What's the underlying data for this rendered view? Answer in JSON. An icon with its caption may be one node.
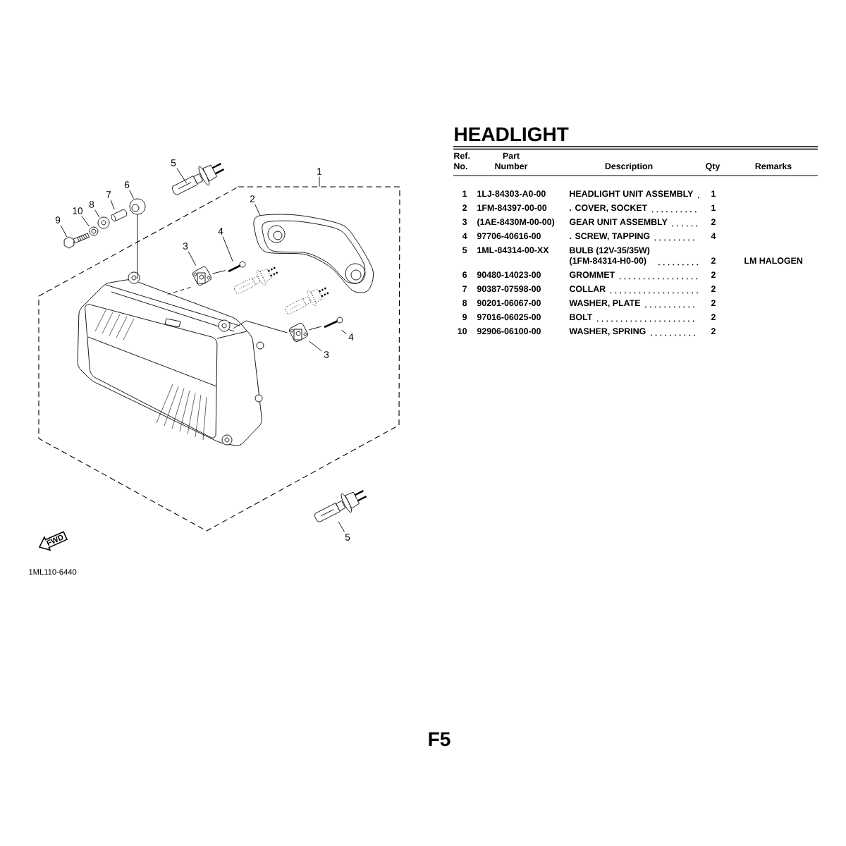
{
  "diagram": {
    "title": "HEADLIGHT",
    "nodes": [
      {
        "text": [],
        "shape": "box"
      },
      {
        "text": [
          "5"
        ]
      },
      {
        "text": [],
        "shape": "picture"
      },
      {
        "text": [
          "1"
        ]
      },
      {
        "text": [
          "2"
        ],
        "in": 0
      },
      {
        "text": [],
        "shape": "picture",
        "in": 0
      },
      {
        "text": [
          "6"
        ]
      },
      {
        "text": [],
        "shape": "picture"
      },
      {
        "text": [
          "7"
        ]
      },
      {
        "text": [],
        "shape": "picture"
      },
      {
        "text": [
          "8"
        ]
      },
      {
        "text": [],
        "shape": "picture"
      },
      {
        "text": [
          "10"
        ]
      },
      {
        "text": [],
        "shape": "picture"
      },
      {
        "text": [
          "9"
        ]
      },
      {
        "text": [],
        "shape": "picture"
      },
      {
        "text": [
          "3"
        ],
        "in": 0
      },
      {
        "text": [],
        "shape": "picture",
        "in": 0
      },
      {
        "text": [
          "4"
        ],
        "in": 0
      },
      {
        "text": [],
        "shape": "picture",
        "in": 0
      },
      {
        "text": [
          "3"
        ],
        "in": 0
      },
      {
        "text": [],
        "shape": "picture",
        "in": 0
      },
      {
        "text": [
          "4"
        ],
        "in": 0
      },
      {
        "text": [],
        "shape": "picture",
        "in": 0
      },
      {
        "text": [
          "5"
        ]
      },
      {
        "text": [],
        "shape": "picture"
      },
      {
        "text": [],
        "shape": "picture",
        "in": 0
      },
      {
        "text": [
          "FWD"
        ]
      }
    ],
    "edges": [
      {
        "from": 1,
        "to": 2,
        "arrow": "none"
      },
      {
        "from": 3,
        "to": 0,
        "arrow": "none"
      },
      {
        "from": 4,
        "to": 5,
        "arrow": "none"
      },
      {
        "from": 6,
        "to": 7,
        "arrow": "none"
      },
      {
        "from": 8,
        "to": 9,
        "arrow": "none"
      },
      {
        "from": 10,
        "to": 11,
        "arrow": "none"
      },
      {
        "from": 12,
        "to": 13,
        "arrow": "none"
      },
      {
        "from": 14,
        "to": 15,
        "arrow": "none"
      },
      {
        "from": 16,
        "to": 17,
        "arrow": "none"
      },
      {
        "from": 18,
        "to": 19,
        "arrow": "none"
      },
      {
        "from": 20,
        "to": 21,
        "arrow": "none"
      },
      {
        "from": 22,
        "to": 23,
        "arrow": "none"
      },
      {
        "from": 24,
        "to": 25,
        "arrow": "none"
      },
      {
        "from": 19,
        "to": 17,
        "arrow": "none"
      },
      {
        "from": 23,
        "to": 21,
        "arrow": "none"
      },
      {
        "from": 7,
        "to": 26,
        "arrow": "none"
      },
      {
        "from": 17,
        "to": 26,
        "arrow": "none",
        "style": "dashed"
      },
      {
        "from": 21,
        "to": 26,
        "arrow": "none"
      }
    ],
    "labels": [
      "Ref. No.",
      "Part Number",
      "Description",
      "Qty",
      "Remarks",
      "1",
      "1LJ-84303-A0-00",
      "HEADLIGHT UNIT ASSEMBLY",
      "1",
      "2",
      "1FM-84397-00-00",
      ". COVER, SOCKET",
      "1",
      "3",
      "(1AE-8430M-00-00)",
      "GEAR UNIT ASSEMBLY",
      "2",
      "4",
      "97706-40616-00",
      ". SCREW, TAPPING",
      "4",
      "5",
      "1ML-84314-00-XX",
      "BULB (12V-35/35W) (1FM-84314-H0-00)",
      "2",
      "LM HALOGEN",
      "6",
      "90480-14023-00",
      "GROMMET",
      "2",
      "7",
      "90387-07598-00",
      "COLLAR",
      "2",
      "8",
      "90201-06067-00",
      "WASHER, PLATE",
      "2",
      "9",
      "97016-06025-00",
      "BOLT",
      "2",
      "10",
      "92906-06100-00",
      "WASHER, SPRING",
      "2",
      "1ML110-6440",
      "F5"
    ]
  }
}
